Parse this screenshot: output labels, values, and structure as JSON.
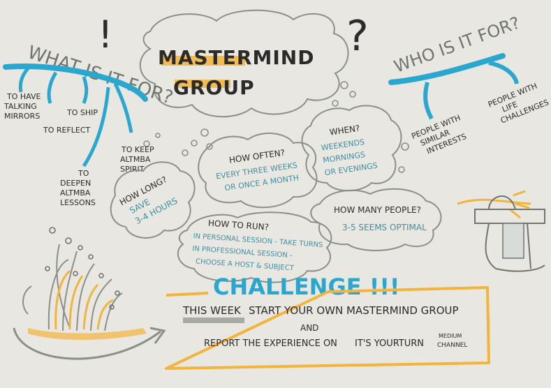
{
  "title": {
    "line1": "MASTERMIND",
    "line2": "GROUP"
  },
  "what_for": {
    "heading": "WHAT IS IT FOR?",
    "items": [
      "TO HAVE",
      "TALKING",
      "MIRRORS",
      "TO SHIP",
      "TO REFLECT",
      "TO KEEP",
      "ALTMBA",
      "SPIRIT",
      "TO",
      "DEEPEN",
      "ALTMBA",
      "LESSONS"
    ]
  },
  "who_for": {
    "heading": "WHO IS IT FOR?",
    "items": [
      "PEOPLE WITH",
      "SIMILAR",
      "INTERESTS",
      "PEOPLE WITH",
      "LIFE",
      "CHALLENGES"
    ]
  },
  "bubbles": {
    "how_long": {
      "q": "HOW LONG?",
      "a1": "SAVE",
      "a2": "3-4 HOURS"
    },
    "how_often": {
      "q": "HOW OFTEN?",
      "a1": "EVERY THREE WEEKS",
      "a2": "OR ONCE A MONTH"
    },
    "when": {
      "q": "WHEN?",
      "a1": "WEEKENDS",
      "a2": "MORNINGS",
      "a3": "OR EVENINGS"
    },
    "how_many": {
      "q": "HOW MANY PEOPLE?",
      "a1": "3-5 SEEMS OPTIMAL"
    },
    "how_run": {
      "q": "HOW TO RUN?",
      "a1": "IN PERSONAL SESSION - TAKE TURNS",
      "a2": "IN PROFESSIONAL SESSION -",
      "a3": "CHOOSE A HOST & SUBJECT"
    }
  },
  "challenge": {
    "heading": "CHALLENGE !!!",
    "line1_prefix": "THIS WEEK",
    "line1_rest": "START YOUR OWN MASTERMIND GROUP",
    "and": "AND",
    "line2": "REPORT THE EXPERIENCE ON",
    "channel": "IT'S YOURTURN",
    "medium1": "MEDIUM",
    "medium2": "CHANNEL"
  },
  "marks": {
    "exclaim": "!",
    "question": "?"
  },
  "colors": {
    "blue": "#2aa7cf",
    "yellow": "#f2b43a",
    "gray": "#7f847f",
    "paper": "#e9e7e2",
    "ink": "#2b2b2b",
    "teal": "#3f8f9f"
  }
}
